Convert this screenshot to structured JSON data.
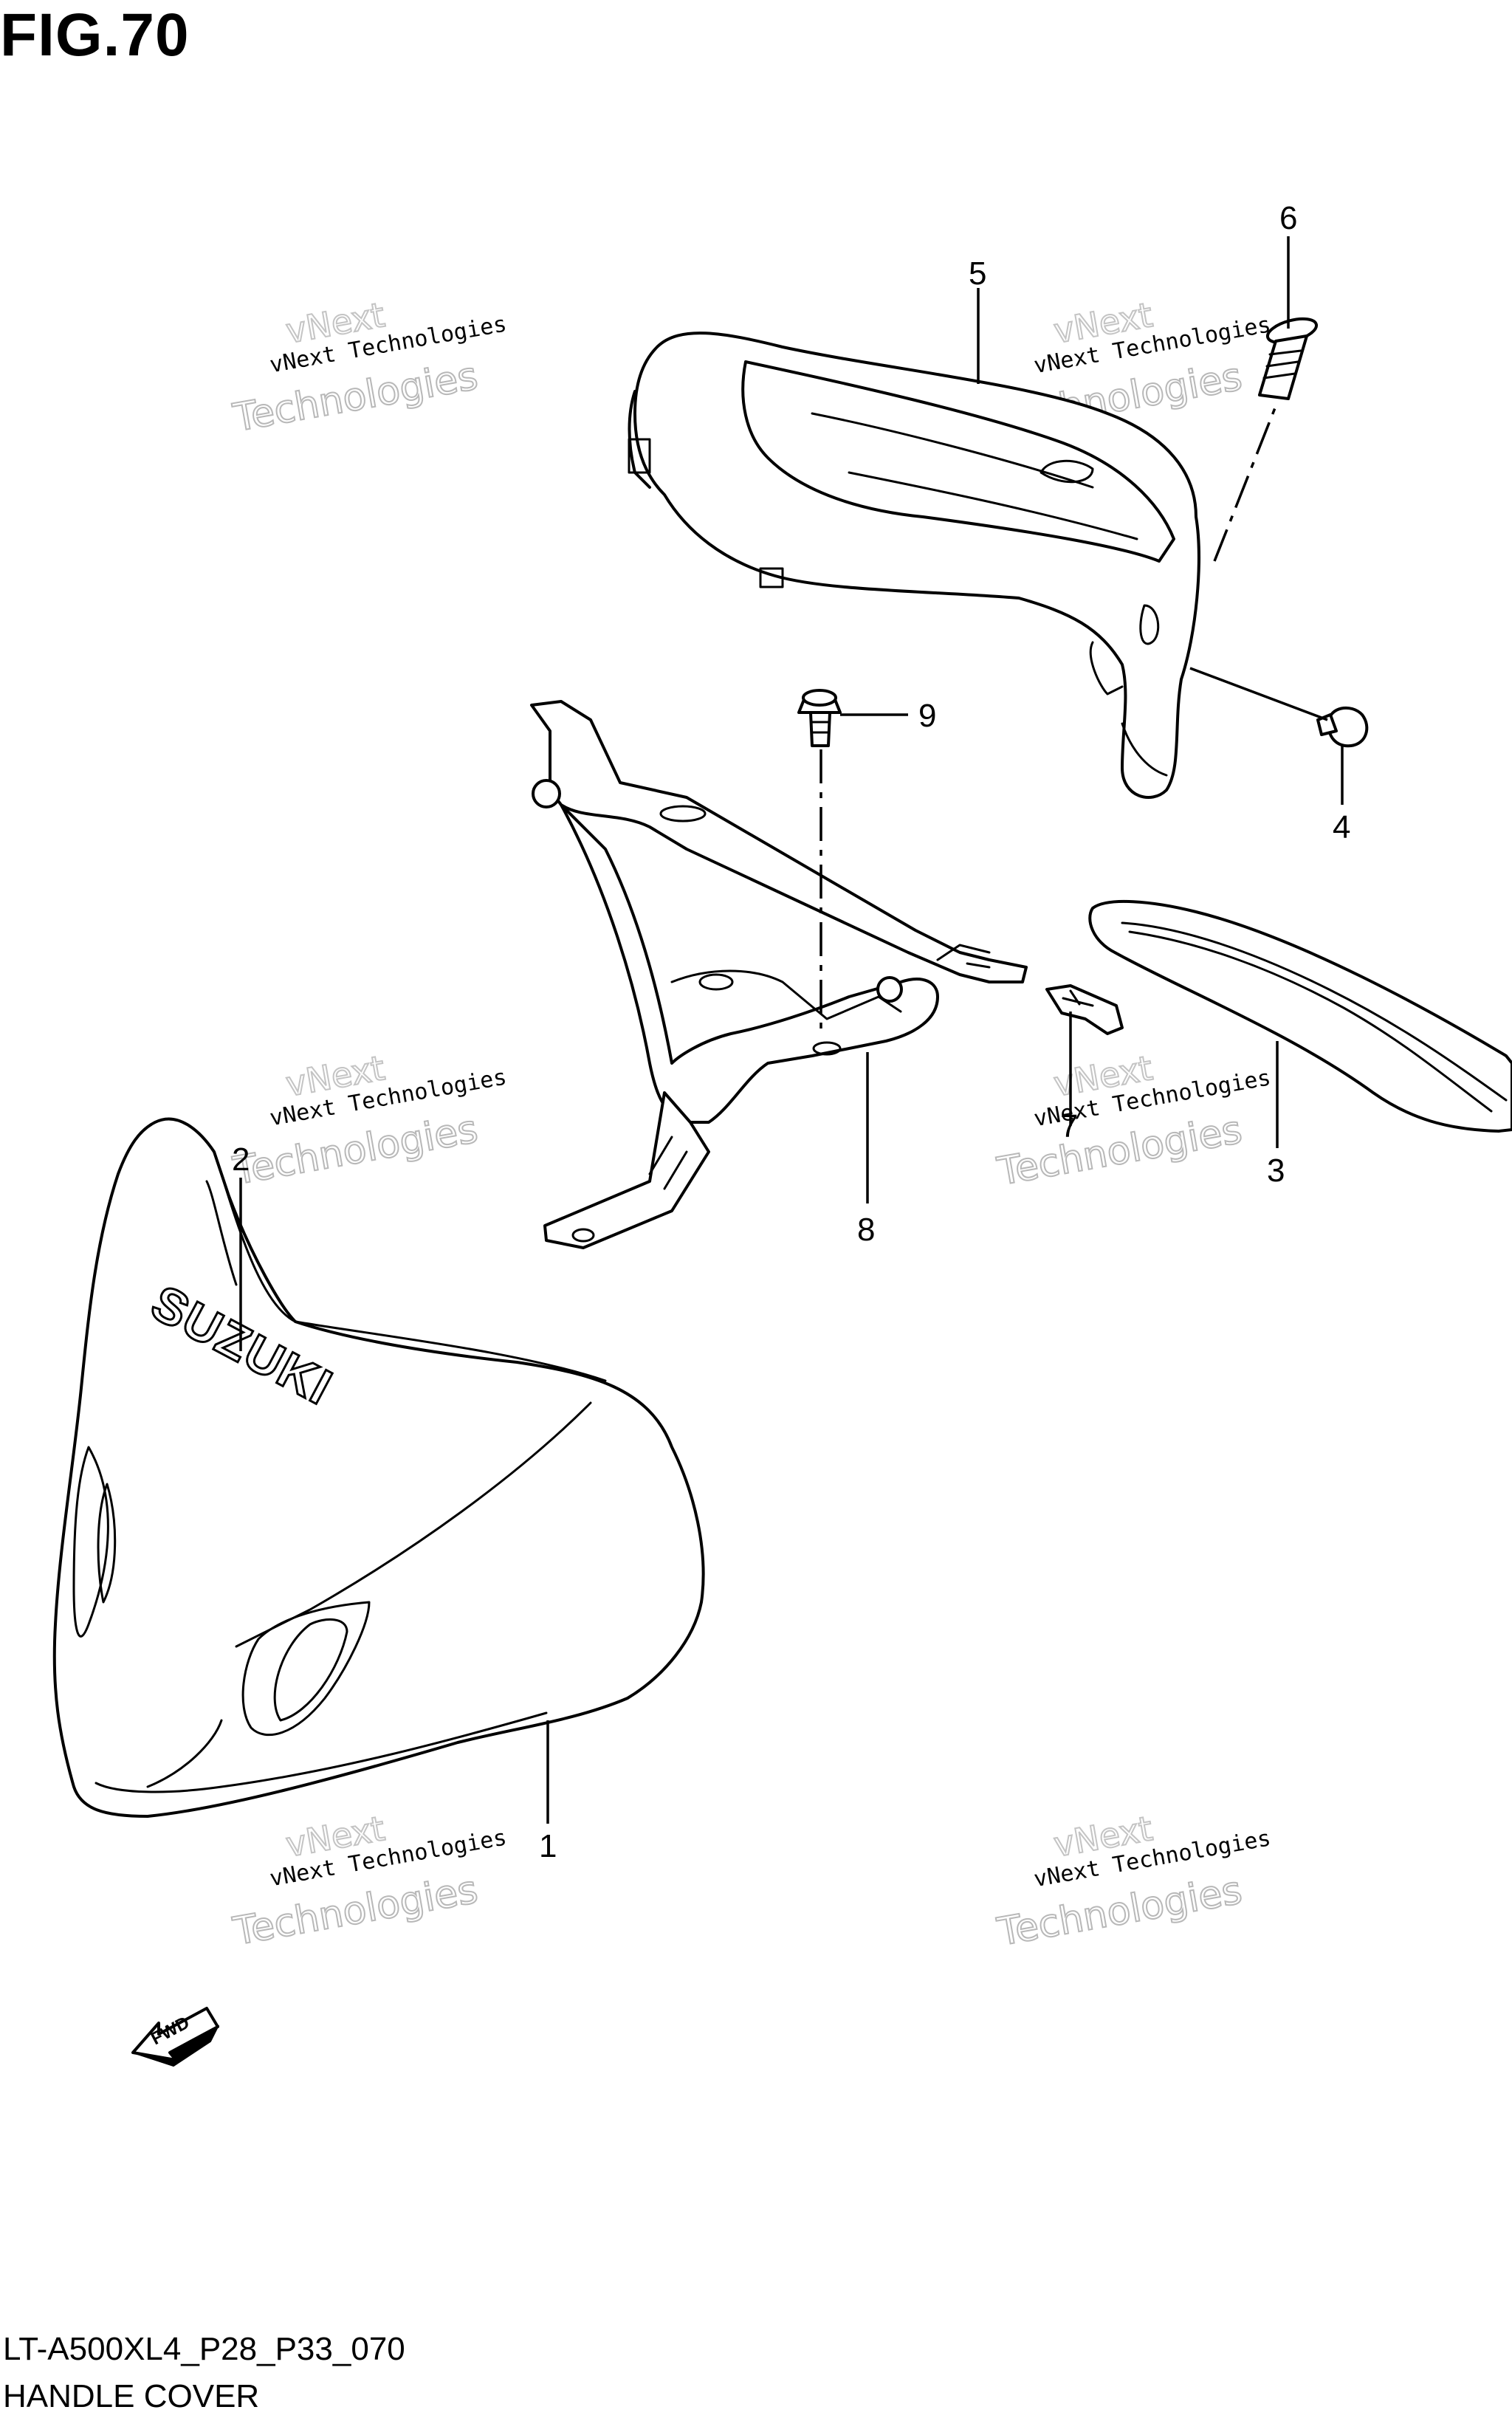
{
  "figure": {
    "title": "FIG.70",
    "code": "LT-A500XL4_P28_P33_070",
    "name": "HANDLE COVER"
  },
  "callouts": [
    "1",
    "2",
    "3",
    "4",
    "5",
    "6",
    "7",
    "8",
    "9"
  ],
  "logo_text": "SUZUKI",
  "fwd_text": "FWD",
  "watermark": {
    "line1": "vNext Technologies",
    "line2": "Technologies",
    "line0": "vNext"
  },
  "colors": {
    "ink": "#000000",
    "watermark": "#b8b8b8",
    "background": "#ffffff"
  }
}
